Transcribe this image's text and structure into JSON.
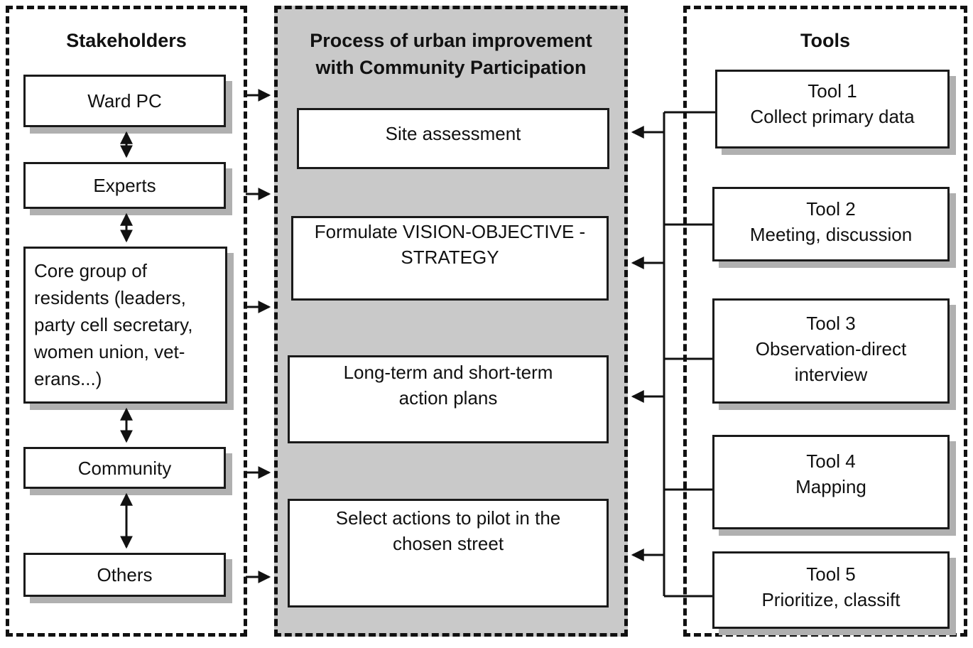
{
  "diagram": {
    "stakeholders": {
      "title": "Stakeholders",
      "boxes": [
        {
          "label": "Ward PC"
        },
        {
          "label": "Experts"
        },
        {
          "label": "Core group of\nresidents (leaders,\nparty cell secretary,\nwomen union, vet-\nerans...)"
        },
        {
          "label": "Community"
        },
        {
          "label": "Others"
        }
      ]
    },
    "process": {
      "title": "Process of urban improvement\nwith Community Participation",
      "boxes": [
        {
          "label": "Site assessment"
        },
        {
          "label": "Formulate VISION-OBJECTIVE -\nSTRATEGY"
        },
        {
          "label": "Long-term and short-term\naction plans"
        },
        {
          "label": "Select actions to pilot in the\nchosen street"
        }
      ]
    },
    "tools": {
      "title": "Tools",
      "boxes": [
        {
          "label": "Tool 1\nCollect primary data"
        },
        {
          "label": "Tool 2\nMeeting, discussion"
        },
        {
          "label": "Tool 3\nObservation-direct\ninterview"
        },
        {
          "label": "Tool 4\nMapping"
        },
        {
          "label": "Tool 5\nPrioritize, classift"
        }
      ]
    },
    "colors": {
      "process_panel_background": "#c9c9c9",
      "line_color": "#111111",
      "box_shadow": "#b0b0b0"
    }
  }
}
